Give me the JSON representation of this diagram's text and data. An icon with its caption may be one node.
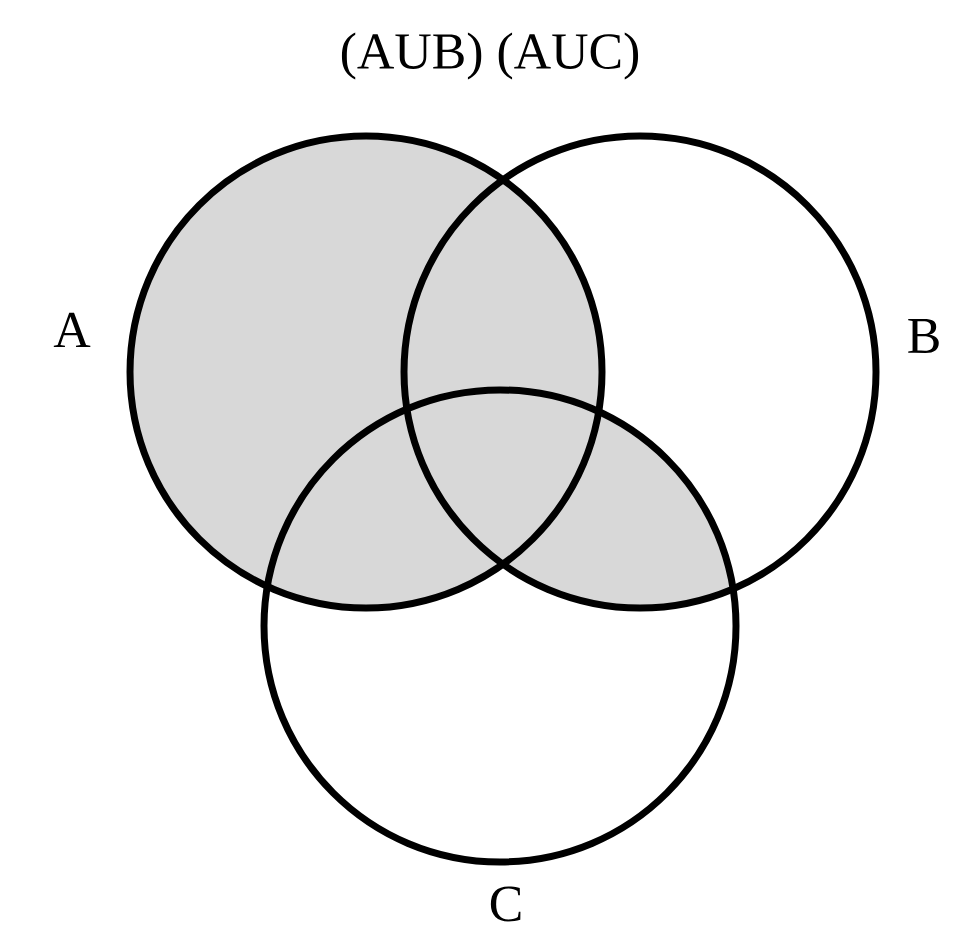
{
  "diagram": {
    "title": "(AUB) (AUC)",
    "nodes": [
      {
        "text": [
          "A"
        ]
      },
      {
        "text": [
          "B"
        ]
      },
      {
        "text": [
          "C"
        ]
      }
    ]
  }
}
